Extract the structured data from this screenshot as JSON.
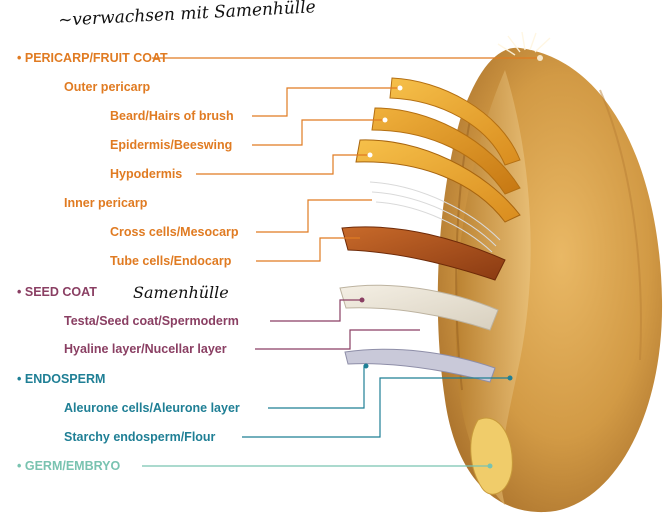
{
  "colors": {
    "pericarp": "#e07b22",
    "seed_coat": "#8a3f63",
    "endosperm": "#1f7f95",
    "germ": "#79c3b0",
    "grain_body": "#d9a24a"
  },
  "handwritten": {
    "top_note": "~verwachsen mit Samenhülle",
    "seed_coat_note": "Samenhülle"
  },
  "sections": [
    {
      "id": "pericarp",
      "title": "PERICARP/FRUIT COAT",
      "items": [
        {
          "id": "outer",
          "label": "Outer pericarp",
          "level": 1
        },
        {
          "id": "beard",
          "label": "Beard/Hairs of brush",
          "level": 2
        },
        {
          "id": "epidermis",
          "label": "Epidermis/Beeswing",
          "level": 2
        },
        {
          "id": "hypodermis",
          "label": "Hypodermis",
          "level": 2
        },
        {
          "id": "inner",
          "label": "Inner pericarp",
          "level": 1
        },
        {
          "id": "cross",
          "label": "Cross cells/Mesocarp",
          "level": 2
        },
        {
          "id": "tube",
          "label": "Tube cells/Endocarp",
          "level": 2
        }
      ]
    },
    {
      "id": "seed_coat",
      "title": "SEED COAT",
      "items": [
        {
          "id": "testa",
          "label": "Testa/Seed coat/Spermoderm",
          "level": 2
        },
        {
          "id": "hyaline",
          "label": "Hyaline layer/Nucellar layer",
          "level": 2
        }
      ]
    },
    {
      "id": "endosperm",
      "title": "ENDOSPERM",
      "items": [
        {
          "id": "aleurone",
          "label": "Aleurone cells/Aleurone layer",
          "level": 2
        },
        {
          "id": "starchy",
          "label": "Starchy endosperm/Flour",
          "level": 2
        }
      ]
    },
    {
      "id": "germ",
      "title": "GERM/EMBRYO",
      "items": []
    }
  ]
}
